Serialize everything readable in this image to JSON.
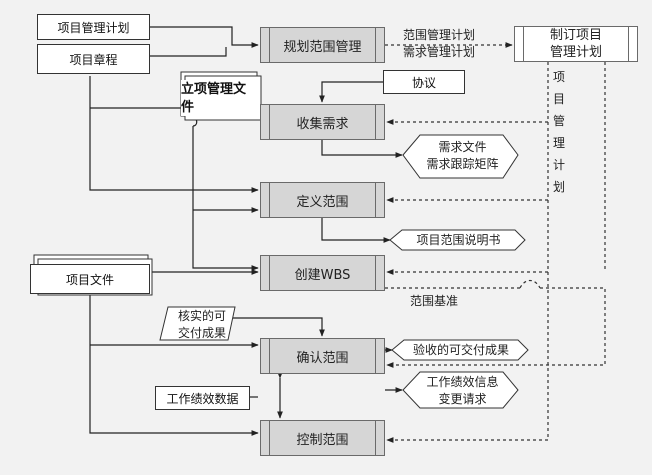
{
  "inputs": {
    "project_mgmt_plan": "项目管理计划",
    "project_charter": "项目章程",
    "project_docs": "项目文件",
    "agreements": "协议",
    "verified_deliverables": [
      "核实的可",
      "交付成果"
    ],
    "work_perf_data": "工作绩效数据"
  },
  "processes": {
    "plan_scope": "规划范围管理",
    "collect_req": "收集需求",
    "define_scope": "定义范围",
    "create_wbs": "创建WBS",
    "validate_scope": "确认范围",
    "control_scope": "控制范围"
  },
  "outputs": {
    "req_docs": [
      "需求文件",
      "需求跟踪矩阵"
    ],
    "scope_statement": "项目范围说明书",
    "accepted_deliverables": "验收的可交付成果",
    "work_perf_info": [
      "工作绩效信息",
      "变更请求"
    ],
    "scope_baseline": "范围基准"
  },
  "labels": {
    "scope_mgmt_plan": "范围管理计划",
    "req_mgmt_plan": "需求管理计划",
    "initiation_docs": [
      "立项管理文",
      "件"
    ],
    "vertical_plan": [
      "项",
      "目",
      "管",
      "理",
      "计",
      "划"
    ]
  },
  "develop_plan": [
    "制订项目",
    "管理计划"
  ]
}
